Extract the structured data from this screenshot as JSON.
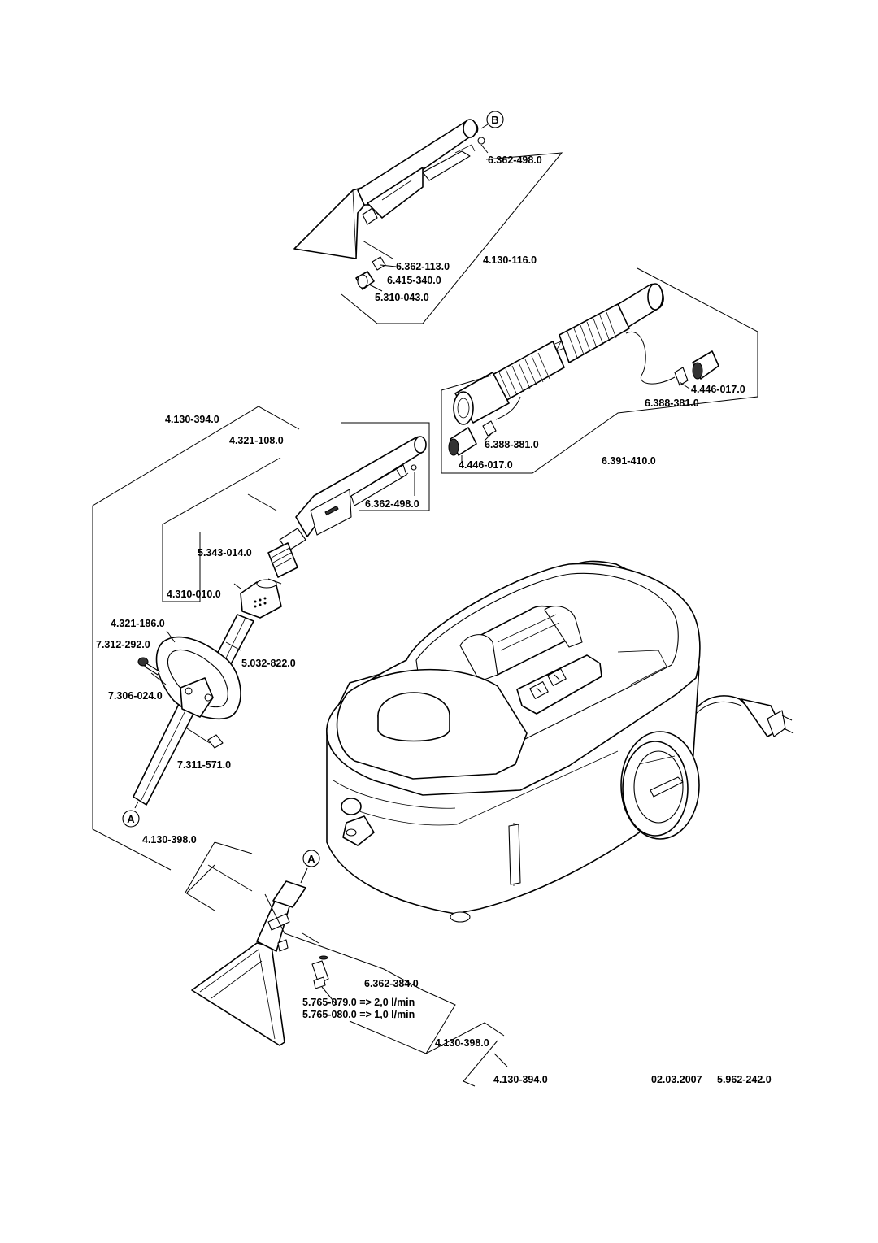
{
  "markers": {
    "b_top": "B",
    "a_handle": "A",
    "a_nozzle": "A"
  },
  "labels": {
    "p_6362_498_top": "6.362-498.0",
    "p_4130_116": "4.130-116.0",
    "p_6362_113": "6.362-113.0",
    "p_6415_340": "6.415-340.0",
    "p_5310_043": "5.310-043.0",
    "p_4446_017_right": "4.446-017.0",
    "p_6388_381_right": "6.388-381.0",
    "p_6388_381_left": "6.388-381.0",
    "p_4446_017_left": "4.446-017.0",
    "p_6391_410": "6.391-410.0",
    "p_4130_394_top": "4.130-394.0",
    "p_4321_108": "4.321-108.0",
    "p_6362_498_mid": "6.362-498.0",
    "p_5343_014": "5.343-014.0",
    "p_4310_010": "4.310-010.0",
    "p_4321_186": "4.321-186.0",
    "p_7312_292": "7.312-292.0",
    "p_5032_822": "5.032-822.0",
    "p_7306_024": "7.306-024.0",
    "p_7311_571": "7.311-571.0",
    "p_4130_398_left": "4.130-398.0",
    "p_6362_384": "6.362-384.0",
    "p_5765_079": "5.765-079.0 => 2,0 l/min",
    "p_5765_080": "5.765-080.0 => 1,0 l/min",
    "p_4130_398_bottom": "4.130-398.0",
    "p_4130_394_bottom": "4.130-394.0"
  },
  "footer": {
    "date": "02.03.2007",
    "doc_number": "5.962-242.0"
  }
}
